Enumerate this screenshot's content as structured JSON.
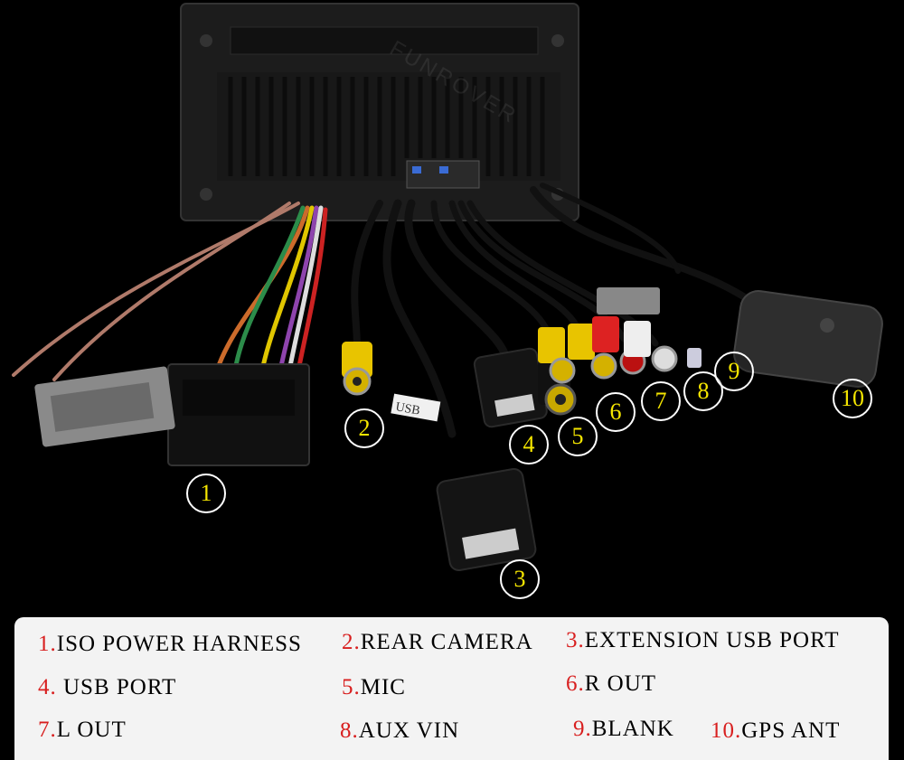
{
  "watermark": "FUNROVER",
  "photo_labels": {
    "usb_tag": "USB"
  },
  "callouts": [
    "1",
    "2",
    "3",
    "4",
    "5",
    "6",
    "7",
    "8",
    "9",
    "10"
  ],
  "legend": [
    {
      "num": "1.",
      "label": "ISO POWER HARNESS"
    },
    {
      "num": "2.",
      "label": "REAR CAMERA"
    },
    {
      "num": "3.",
      "label": "EXTENSION USB PORT"
    },
    {
      "num": "4.",
      "label": " USB PORT"
    },
    {
      "num": "5.",
      "label": "MIC"
    },
    {
      "num": "6.",
      "label": "R OUT"
    },
    {
      "num": "7.",
      "label": "L OUT"
    },
    {
      "num": "8.",
      "label": "AUX VIN"
    },
    {
      "num": "9.",
      "label": "BLANK"
    },
    {
      "num": "10.",
      "label": "GPS ANT"
    }
  ],
  "colors": {
    "callout_text": "#f5e600",
    "legend_number": "#d81f1f",
    "legend_bg": "#f3f3f3"
  }
}
